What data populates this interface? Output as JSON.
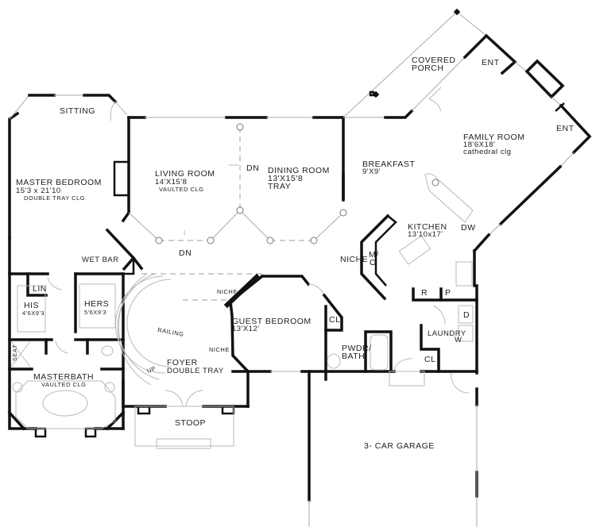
{
  "plan": {
    "rooms": {
      "sitting": {
        "name": "SITTING"
      },
      "master_bedroom": {
        "name": "MASTER BEDROOM",
        "size": "15'3 x 21'10",
        "note": "DOUBLE TRAY CLG"
      },
      "living_room": {
        "name": "LIVING ROOM",
        "size": "14'X15'8",
        "note": "VAULTED CLG"
      },
      "dining_room": {
        "name": "DINING ROOM",
        "size": "13'X15'8",
        "note": "TRAY"
      },
      "covered_porch": {
        "name1": "COVERED",
        "name2": "PORCH"
      },
      "family_room": {
        "name": "FAMILY ROOM",
        "size": "18'6X18'",
        "note": "cathedral clg"
      },
      "breakfast": {
        "name": "BREAKFAST",
        "size": "9'X9'"
      },
      "kitchen": {
        "name": "KITCHEN",
        "size": "13'10x17'"
      },
      "his": {
        "name": "HIS",
        "size": "4'6X9'3"
      },
      "hers": {
        "name": "HERS",
        "size": "5'6X9'3"
      },
      "masterbath": {
        "name": "MASTERBATH",
        "note": "VAULTED CLG"
      },
      "foyer": {
        "name": "FOYER",
        "note": "DOUBLE TRAY"
      },
      "guest_bedroom": {
        "name": "GUEST BEDROOM",
        "size": "13'X12'"
      },
      "pwdr_bath": {
        "name1": "PWDR/",
        "name2": "BATH"
      },
      "laundry": {
        "name": "LAUNDRY"
      },
      "garage": {
        "name": "3- CAR GARAGE"
      },
      "stoop": {
        "name": "STOOP"
      }
    },
    "fixtures": {
      "ent_top": "ENT",
      "ent_right": "ENT",
      "dw": "DW",
      "r": "R",
      "p": "P",
      "d": "D",
      "w_laundry": "W",
      "mo": "M/",
      "mo2": "O",
      "niche_kitchen": "NICHE",
      "niche_foyer_top": "NICHE",
      "niche_foyer_side": "NICHE",
      "lin": "LIN",
      "seat": "SEAT",
      "wet_bar": "WET BAR",
      "railing": "RAILING",
      "up": "UP",
      "dn_living": "DN",
      "dn_hall": "DN",
      "cl_guest": "CL",
      "cl_laundry": "CL"
    }
  }
}
